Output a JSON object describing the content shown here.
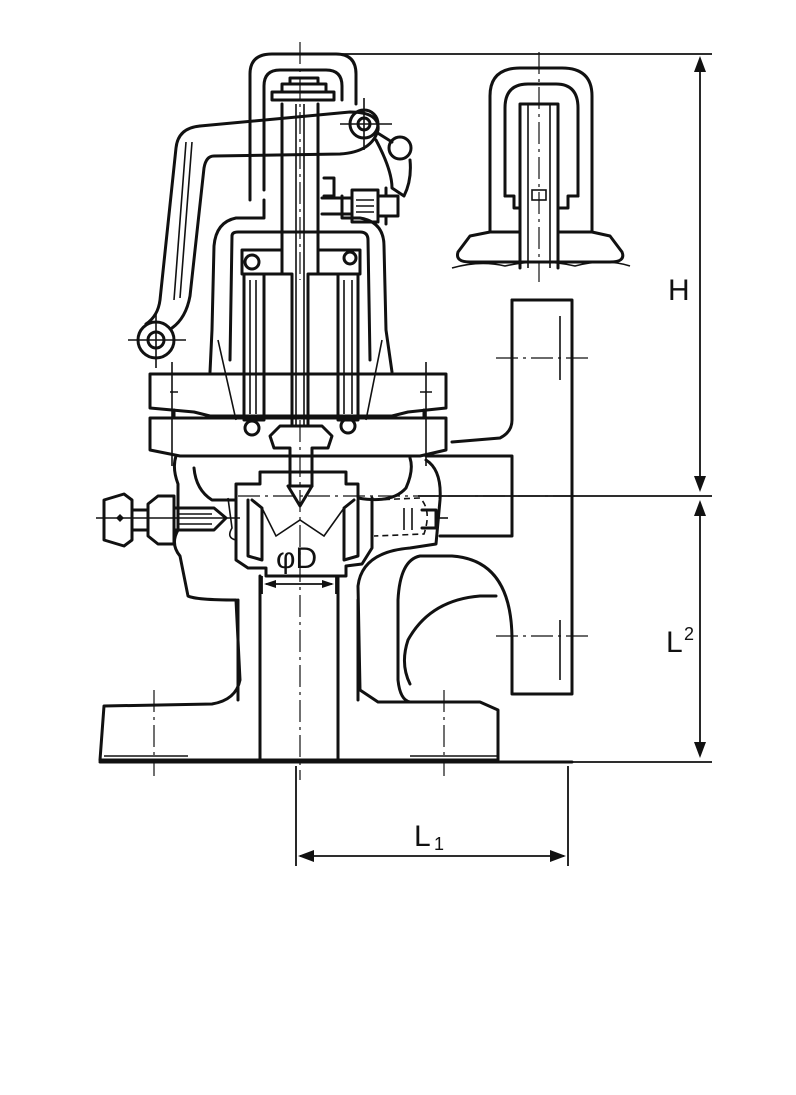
{
  "diagram": {
    "labels": {
      "height": "H",
      "length_2": "L",
      "length_2_sub": "2",
      "length_1": "L",
      "length_1_sub": "1",
      "diameter": "φD"
    }
  }
}
